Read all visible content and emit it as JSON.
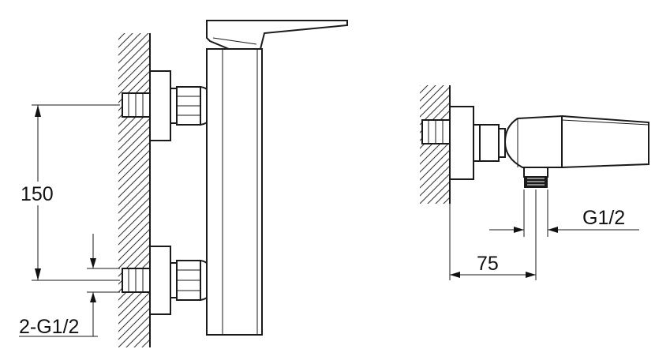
{
  "dimensions": {
    "center_spacing": "150",
    "inlet_thread": "2-G1/2",
    "outlet_thread": "G1/2",
    "projection": "75"
  }
}
